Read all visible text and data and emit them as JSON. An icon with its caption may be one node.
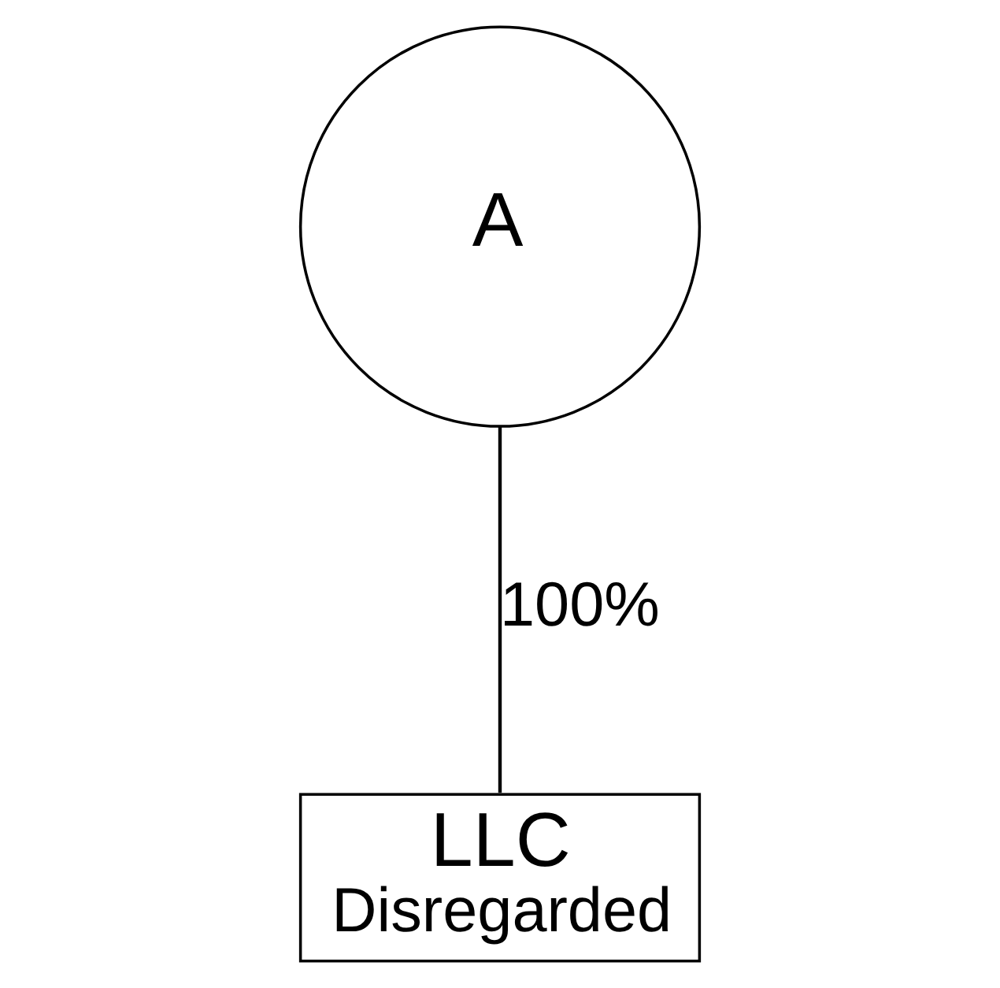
{
  "diagram": {
    "nodes": [
      {
        "text": [
          "A"
        ]
      },
      {
        "text": [
          "LLC",
          "Disregarded"
        ]
      }
    ],
    "edges": [
      {
        "from": 0,
        "to": 1,
        "arrow": "none",
        "label": "100%"
      }
    ]
  }
}
